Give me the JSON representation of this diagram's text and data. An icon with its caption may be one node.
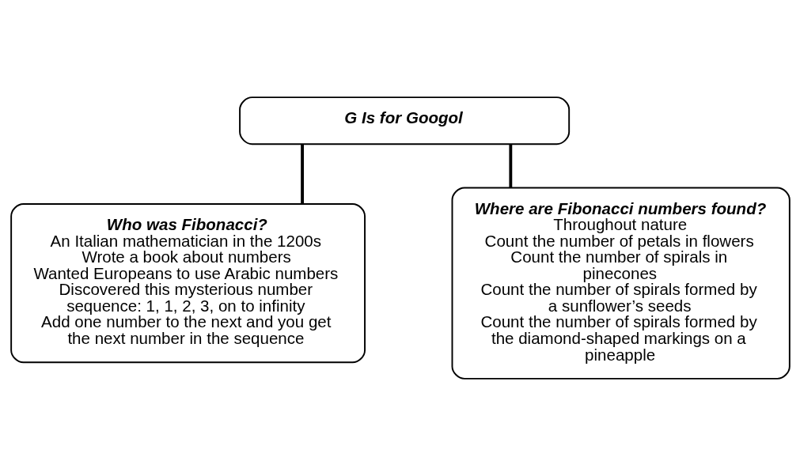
{
  "diagram": {
    "nodes": [
      {
        "text": [
          "G Is for Googol"
        ]
      },
      {
        "text": [
          "Who was Fibonacci?",
          "An Italian mathematician in the 1200s",
          "Wrote a book about numbers",
          "Wanted Europeans to use Arabic numbers",
          "Discovered this mysterious number sequence: 1, 1, 2, 3, on to infinity",
          "Add one number to the next and you get the next number in the sequence"
        ]
      },
      {
        "text": [
          "Where are Fibonacci numbers found?",
          "Throughout nature",
          "Count the number of petals in flowers",
          "Count the number of spirals in pinecones",
          "Count the number of spirals formed by a sunflower’s seeds",
          "Count the number of spirals formed by the diamond-shaped markings on a pineapple"
        ]
      }
    ],
    "edges": [
      {
        "from": 0,
        "to": 1,
        "arrow": "none"
      },
      {
        "from": 0,
        "to": 2,
        "arrow": "none"
      }
    ]
  }
}
